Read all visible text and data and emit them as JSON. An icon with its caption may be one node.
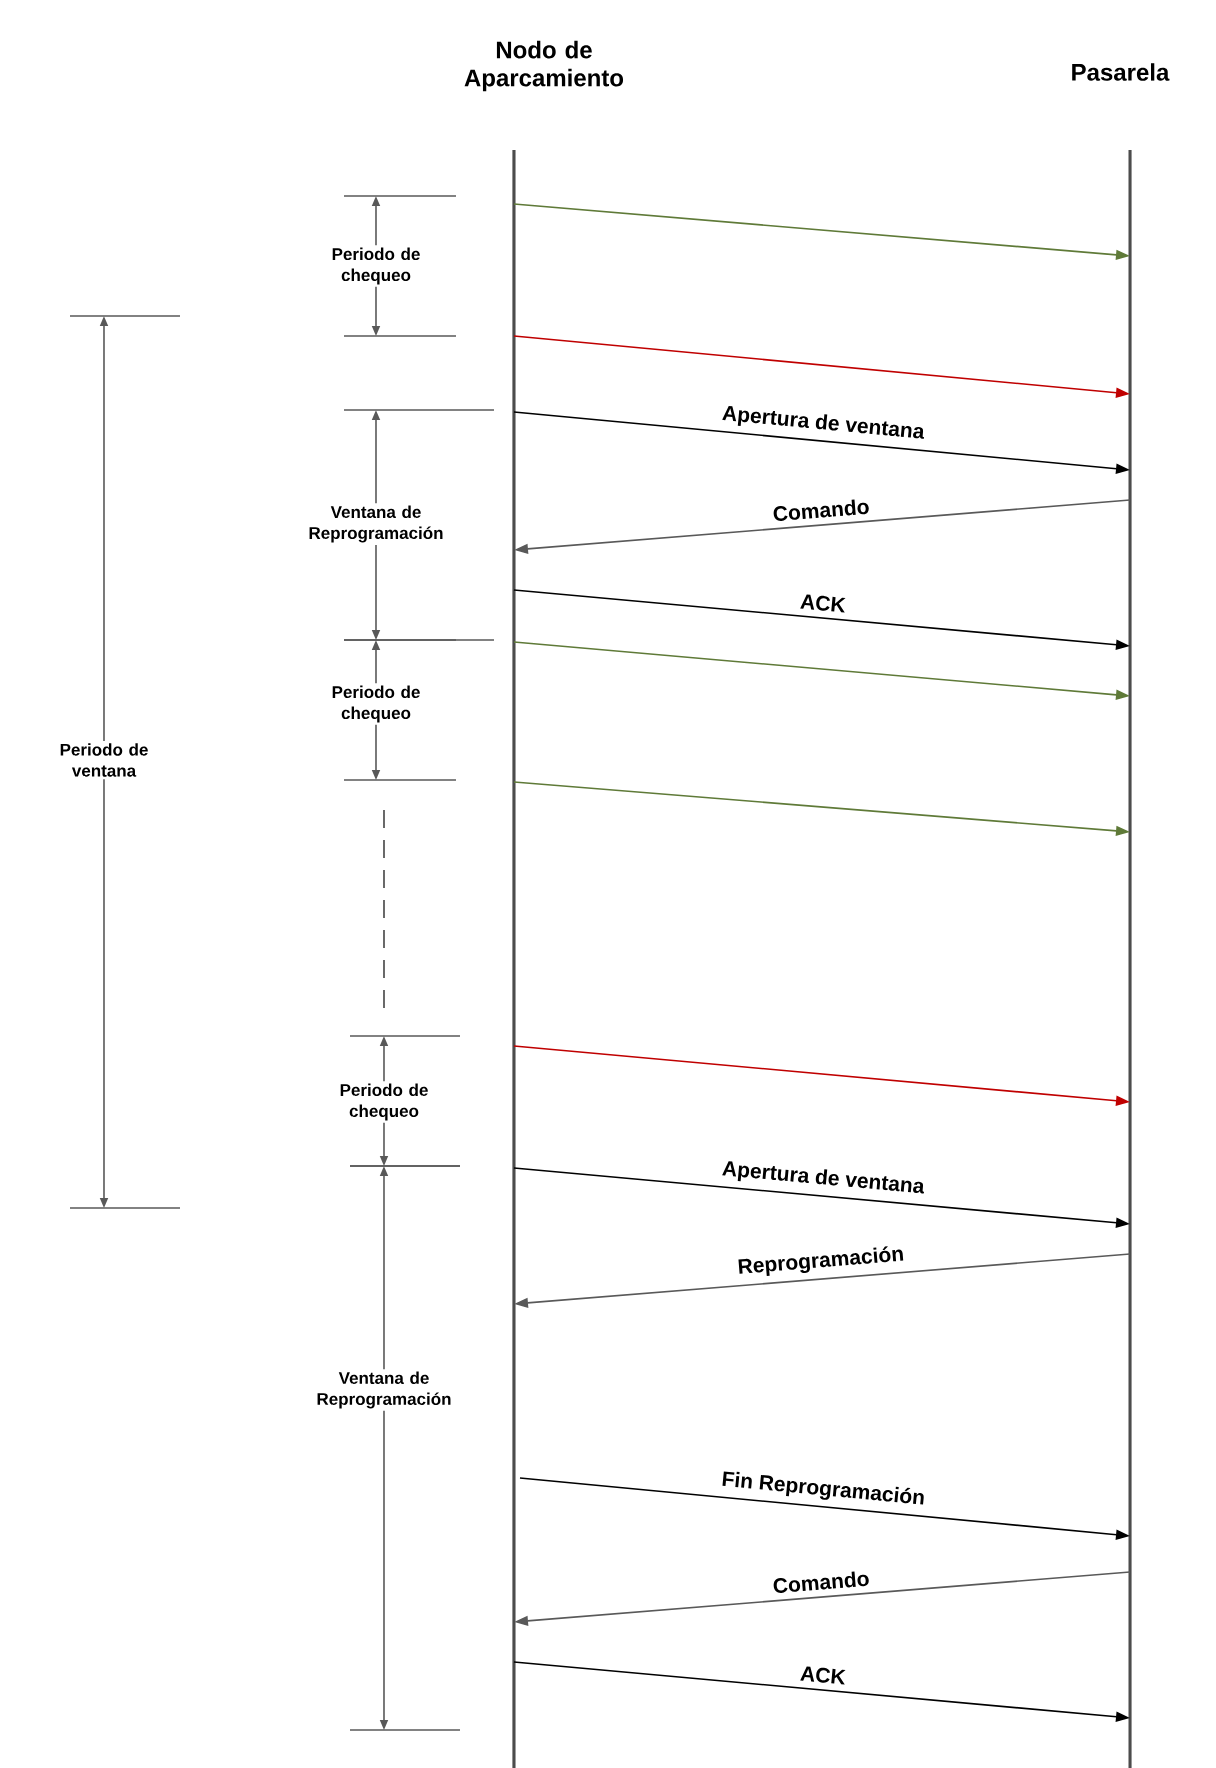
{
  "diagram": {
    "nodes": [
      {
        "text": [
          "Nodo de Aparcamiento"
        ]
      },
      {
        "text": [
          "Pasarela"
        ]
      }
    ],
    "edges": [
      {
        "from": 0,
        "to": 1,
        "arrow": "to",
        "color": "#5f7a38"
      },
      {
        "from": 0,
        "to": 1,
        "arrow": "to",
        "color": "#c00000"
      },
      {
        "from": 0,
        "to": 1,
        "arrow": "to",
        "label": "Apertura de ventana"
      },
      {
        "from": 1,
        "to": 0,
        "arrow": "to",
        "label": "Comando",
        "color": "#595959"
      },
      {
        "from": 0,
        "to": 1,
        "arrow": "to",
        "label": "ACK"
      },
      {
        "from": 0,
        "to": 1,
        "arrow": "to",
        "color": "#5f7a38"
      },
      {
        "from": 0,
        "to": 1,
        "arrow": "to",
        "color": "#5f7a38"
      },
      {
        "from": 0,
        "to": 1,
        "arrow": "to",
        "color": "#c00000"
      },
      {
        "from": 0,
        "to": 1,
        "arrow": "to",
        "label": "Apertura de ventana"
      },
      {
        "from": 1,
        "to": 0,
        "arrow": "to",
        "label": "Reprogramación",
        "color": "#595959"
      },
      {
        "from": 0,
        "to": 1,
        "arrow": "to",
        "label": "Fin Reprogramación"
      },
      {
        "from": 1,
        "to": 0,
        "arrow": "to",
        "label": "Comando",
        "color": "#595959"
      },
      {
        "from": 0,
        "to": 1,
        "arrow": "to",
        "label": "ACK"
      }
    ],
    "labels": [
      "Periodo de chequeo",
      "Periodo de ventana",
      "Ventana de Reprogramación",
      "Periodo de chequeo",
      "Periodo de chequeo",
      "Ventana de Reprogramación"
    ]
  }
}
